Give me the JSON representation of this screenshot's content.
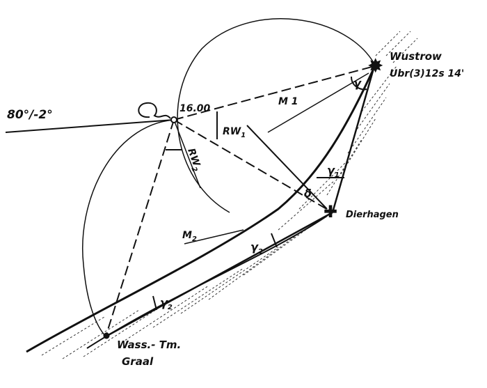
{
  "course_label": "80°/-2°",
  "time_label": "16.00",
  "angles": {
    "rw1": "RW",
    "rw1_sub": "1",
    "rw2": "RW",
    "rw2_sub": "2",
    "gamma1_a": "γ",
    "gamma1_b": "γ",
    "gamma1_sub": "1",
    "gamma2_a": "γ",
    "gamma2_b": "γ",
    "gamma2_sub": "2",
    "delta": "δ"
  },
  "centers": {
    "m1": "M 1",
    "m2": "M",
    "m2_sub": "2"
  },
  "landmarks": {
    "wustrow_name": "Wustrow",
    "wustrow_light": "Ubr(3)12s 14'",
    "dierhagen_name": "Dierhagen",
    "graal_line1": "Wass.- Tm.",
    "graal_line2": "Graal"
  }
}
